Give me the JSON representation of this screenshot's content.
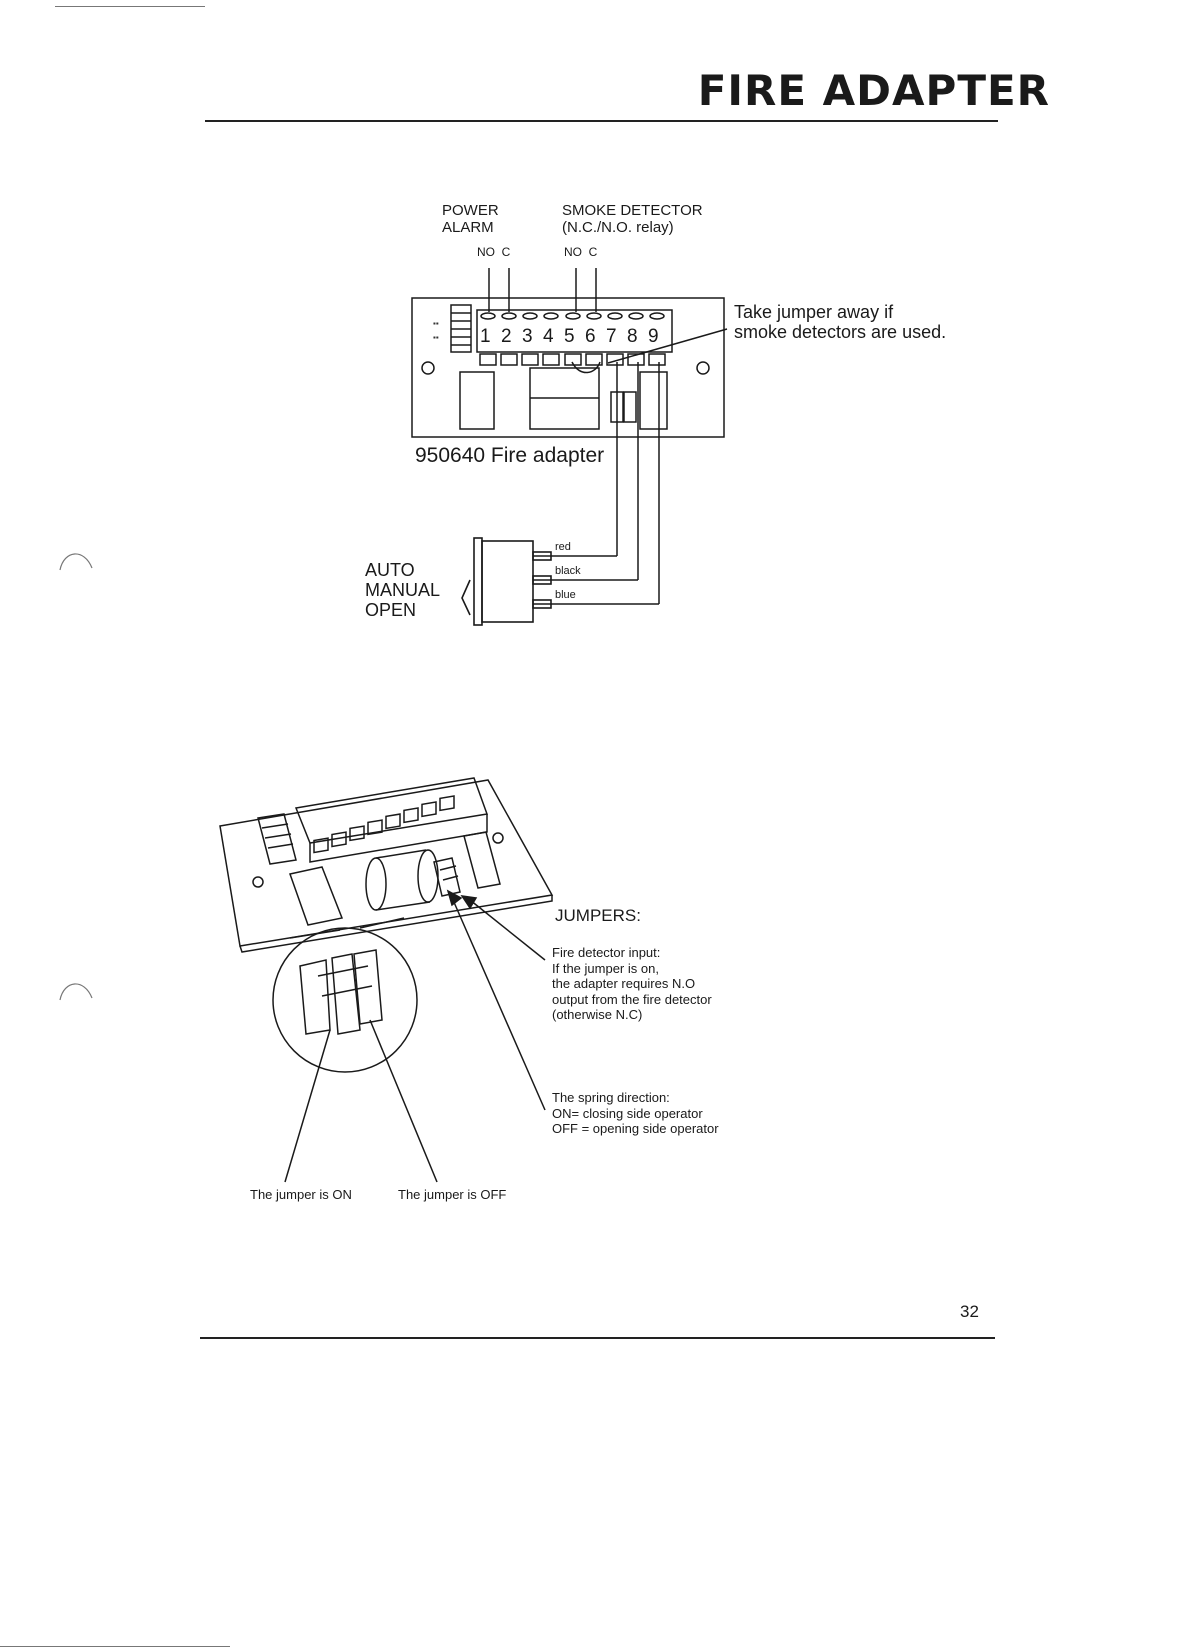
{
  "page": {
    "title": "FIRE ADAPTER",
    "page_number": "32"
  },
  "schematic": {
    "power_alarm": [
      "POWER",
      "ALARM"
    ],
    "power_terminals": "NO  C",
    "smoke_detector": [
      "SMOKE DETECTOR",
      "(N.C./N.O. relay)"
    ],
    "smoke_terminals": "NO  C",
    "terminal_numbers": [
      "1",
      "2",
      "3",
      "4",
      "5",
      "6",
      "7",
      "8",
      "9"
    ],
    "jumper_note": [
      "Take jumper away if",
      "smoke detectors are used."
    ],
    "board_caption": "950640 Fire adapter",
    "switch_positions": [
      "AUTO",
      "MANUAL",
      "OPEN"
    ],
    "wire_colors": [
      "red",
      "black",
      "blue"
    ]
  },
  "perspective": {
    "jumpers_heading": "JUMPERS:",
    "fire_detector_note": [
      "Fire detector input:",
      "If the jumper is on,",
      "the adapter requires N.O",
      "output from the fire detector",
      "(otherwise N.C)"
    ],
    "spring_note": [
      "The spring direction:",
      "ON= closing side operator",
      "OFF = opening side operator"
    ],
    "jumper_on": "The jumper is ON",
    "jumper_off": "The jumper is OFF"
  }
}
